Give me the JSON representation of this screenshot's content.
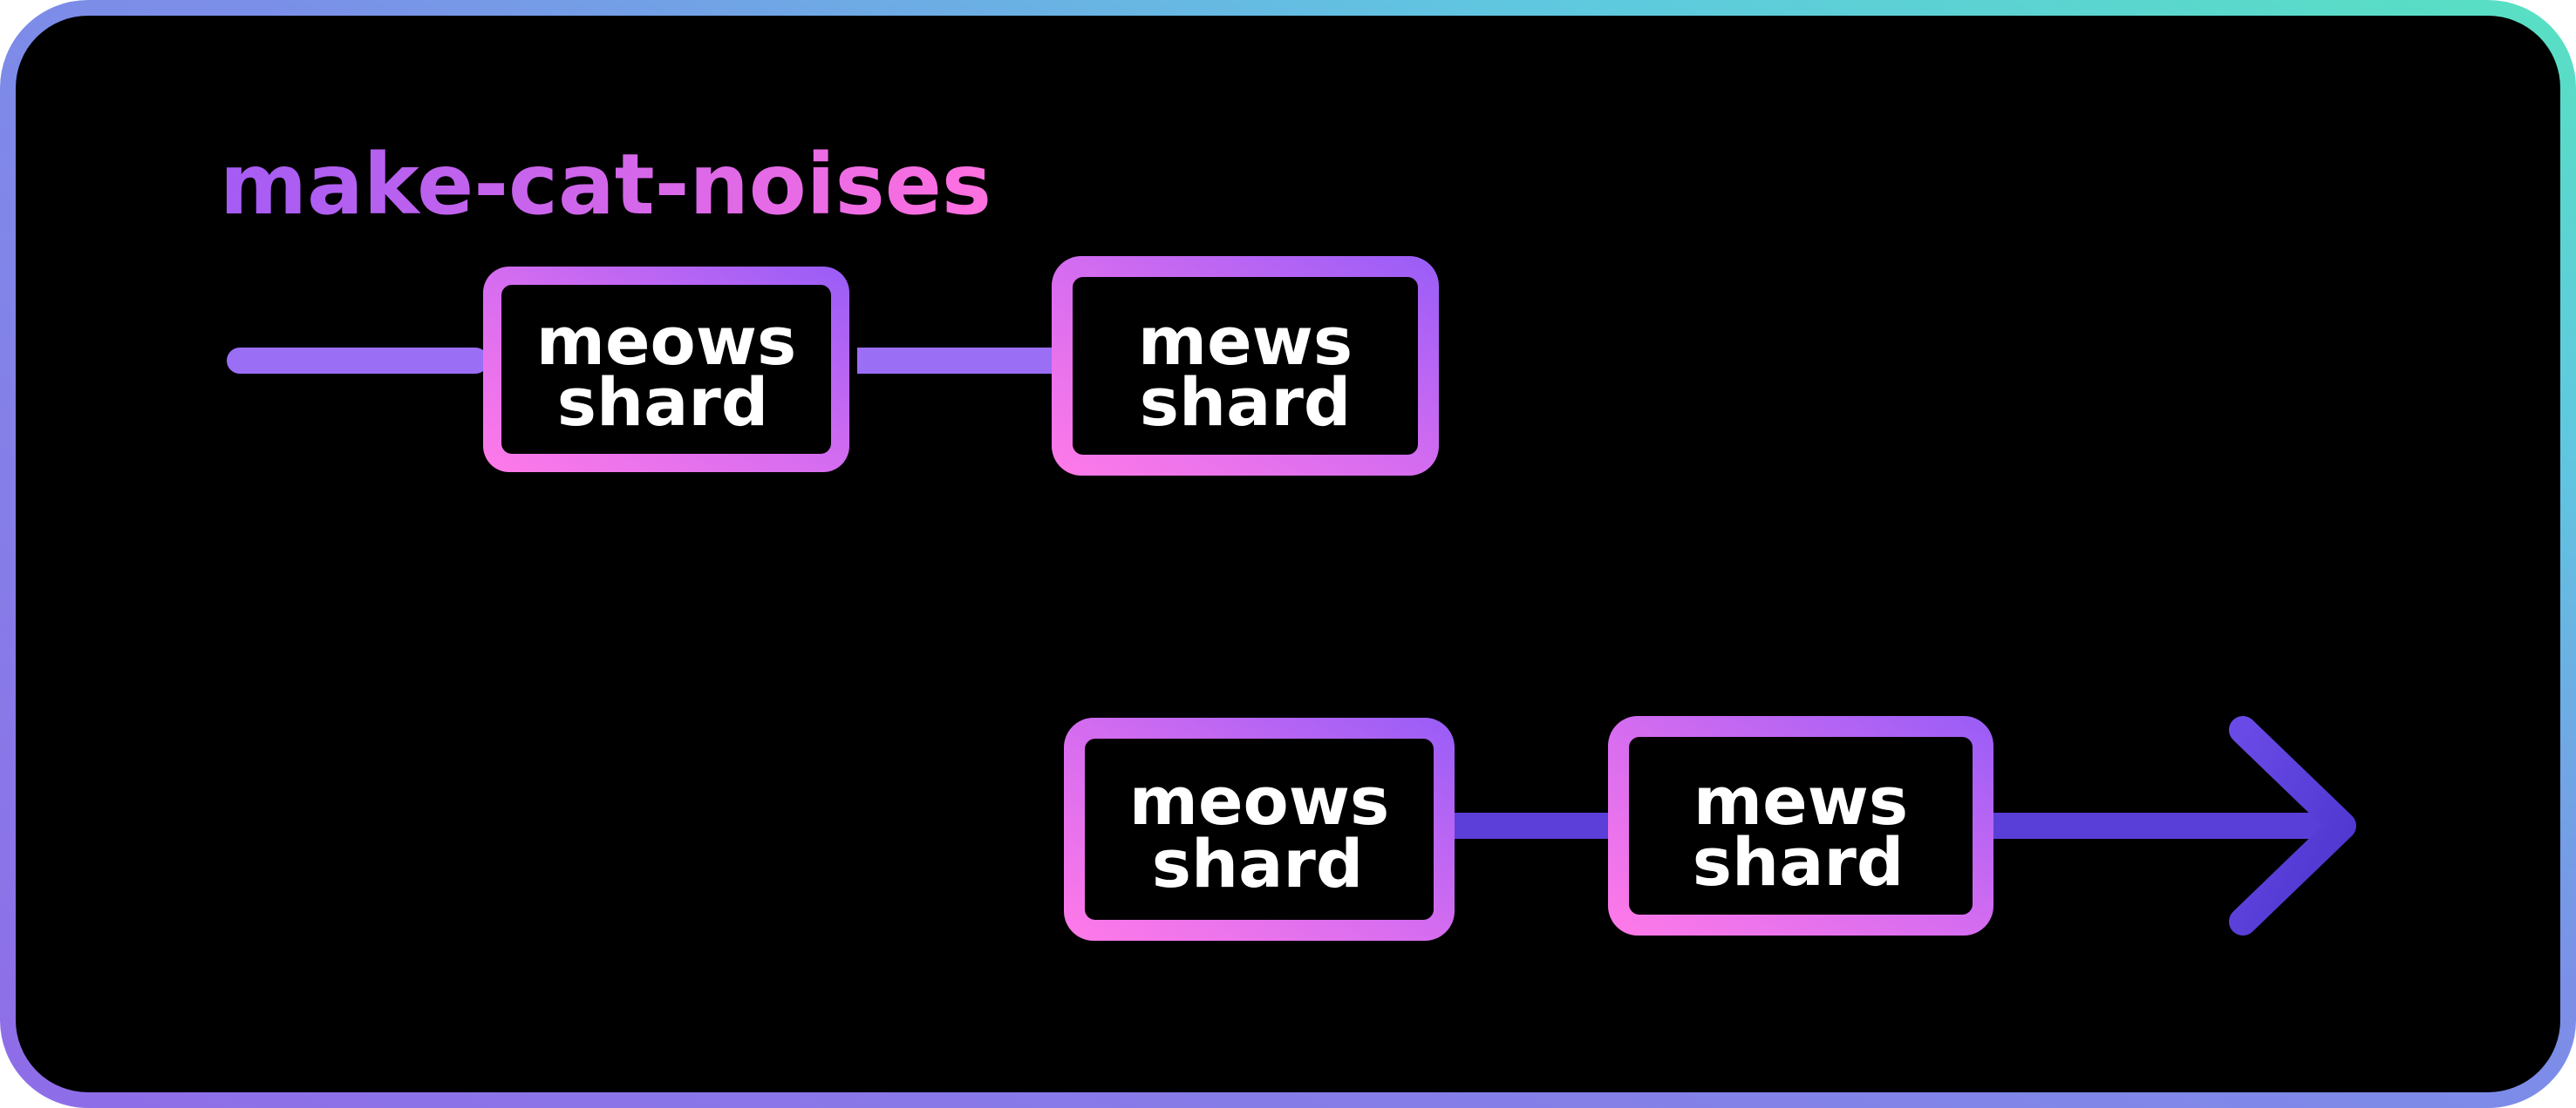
{
  "title": "make-cat-noises",
  "nodes": [
    {
      "id": "n1",
      "line1": "meows",
      "line2": "shard"
    },
    {
      "id": "n2",
      "line1": "mews",
      "line2": "shard"
    },
    {
      "id": "n3",
      "line1": "meows",
      "line2": "shard"
    },
    {
      "id": "n4",
      "line1": "mews",
      "line2": "shard"
    }
  ],
  "colors": {
    "background": "#000000",
    "frame_gradient": [
      "#8b6ee6",
      "#5ad9c8"
    ],
    "title_gradient": [
      "#a35cf5",
      "#ff6fe1"
    ],
    "box_gradient": [
      "#ff78e8",
      "#9a5cf7"
    ],
    "connector": "#9b6ef6",
    "connector_dark": "#5b3ed6",
    "text": "#ffffff"
  }
}
